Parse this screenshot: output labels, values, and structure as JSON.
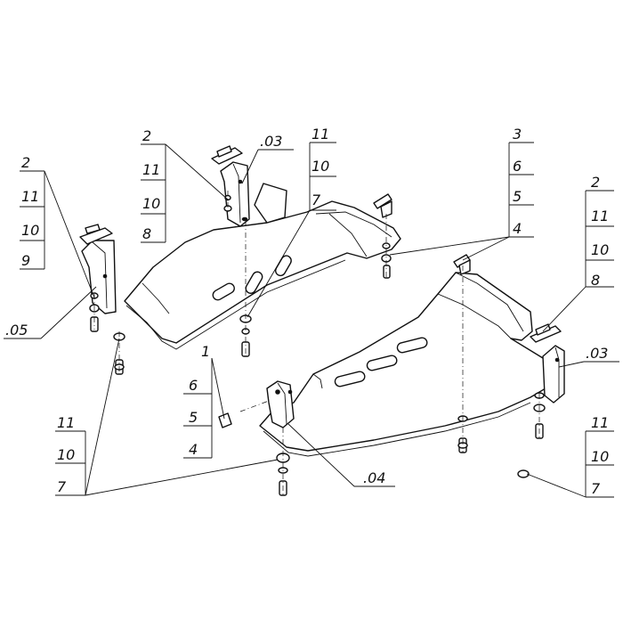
{
  "callouts": {
    "upper_left_corner": [
      "2",
      "11",
      "10",
      "9"
    ],
    "front_plate_bracket": [
      "2",
      "11",
      "10",
      "8"
    ],
    "front_plate_label": ".03",
    "front_plate_mid": [
      "11",
      "10",
      "7"
    ],
    "left_plate_label": ".05",
    "bottom_left": [
      "11",
      "10",
      "7"
    ],
    "rear_bracket_upper": [
      "3",
      "6",
      "5",
      "4"
    ],
    "right_side": [
      "2",
      "11",
      "10",
      "8"
    ],
    "right_plate_label": ".03",
    "center_lower": [
      "1",
      "6",
      "5",
      "4"
    ],
    "center_plate_label": ".04",
    "bottom_right": [
      "11",
      "10",
      "7"
    ]
  }
}
